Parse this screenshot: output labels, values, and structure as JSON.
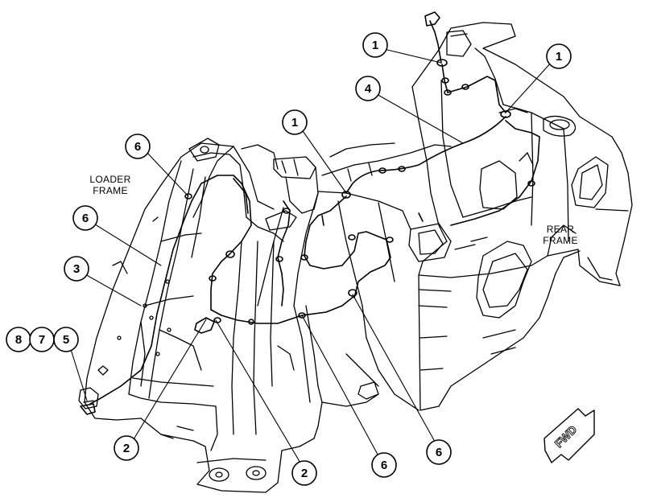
{
  "labels": {
    "loader_frame_line1": "LOADER",
    "loader_frame_line2": "FRAME",
    "rear_frame_line1": "REAR",
    "rear_frame_line2": "FRAME",
    "fwd_arrow": "FWD"
  },
  "callouts": [
    "1",
    "1",
    "1",
    "4",
    "6",
    "6",
    "3",
    "8",
    "7",
    "5",
    "2",
    "2",
    "6",
    "6"
  ],
  "colors": {
    "ink": "#000000",
    "paper": "#ffffff"
  }
}
